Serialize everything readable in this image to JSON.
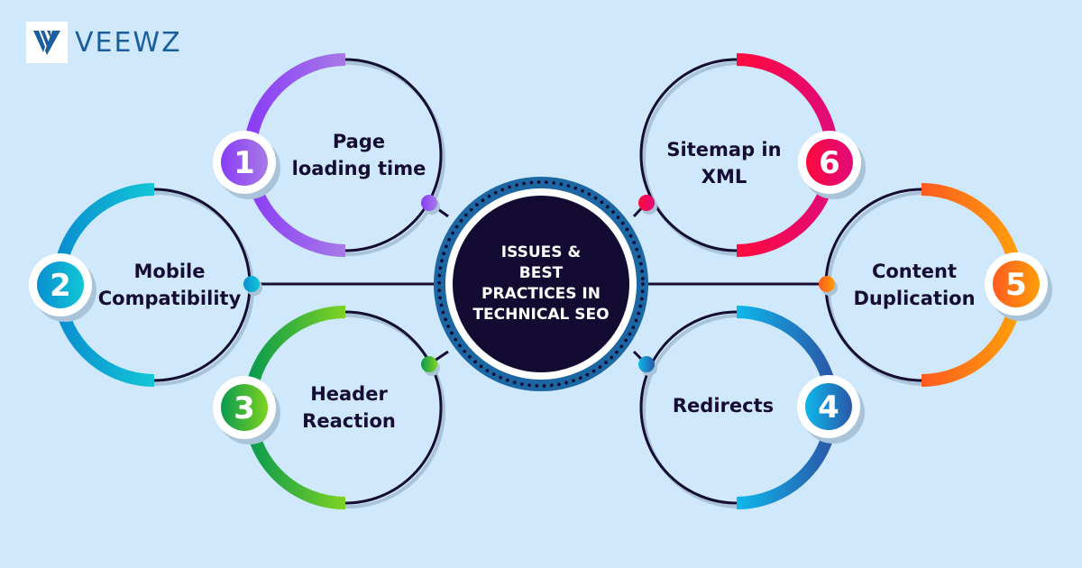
{
  "brand": {
    "name": "VEEWZ",
    "logo_icon": "veewz-v-stripes-icon",
    "color": "#1b5e9e"
  },
  "center": {
    "lines": [
      "ISSUES &",
      "BEST",
      "PRACTICES IN",
      "TECHNICAL SEO"
    ],
    "fill": "#140b33",
    "ring_color": "#1c66a3"
  },
  "items": [
    {
      "number": "1",
      "lines": [
        "Page",
        "loading time"
      ],
      "color_start": "#8a3df5",
      "color_end": "#a77ae6",
      "side": "left"
    },
    {
      "number": "2",
      "lines": [
        "Mobile",
        "Compatibility"
      ],
      "color_start": "#0a8fd0",
      "color_end": "#12c6d6",
      "side": "left"
    },
    {
      "number": "3",
      "lines": [
        "Header",
        "Reaction"
      ],
      "color_start": "#0a9a4f",
      "color_end": "#7ed321",
      "side": "left"
    },
    {
      "number": "4",
      "lines": [
        "Redirects"
      ],
      "color_start": "#0db8ec",
      "color_end": "#2b57a8",
      "side": "right"
    },
    {
      "number": "5",
      "lines": [
        "Content",
        "Duplication"
      ],
      "color_start": "#ff5a1f",
      "color_end": "#ff9f0a",
      "side": "right"
    },
    {
      "number": "6",
      "lines": [
        "Sitemap in",
        "XML"
      ],
      "color_start": "#ff0a3c",
      "color_end": "#e00a7a",
      "side": "right"
    }
  ]
}
